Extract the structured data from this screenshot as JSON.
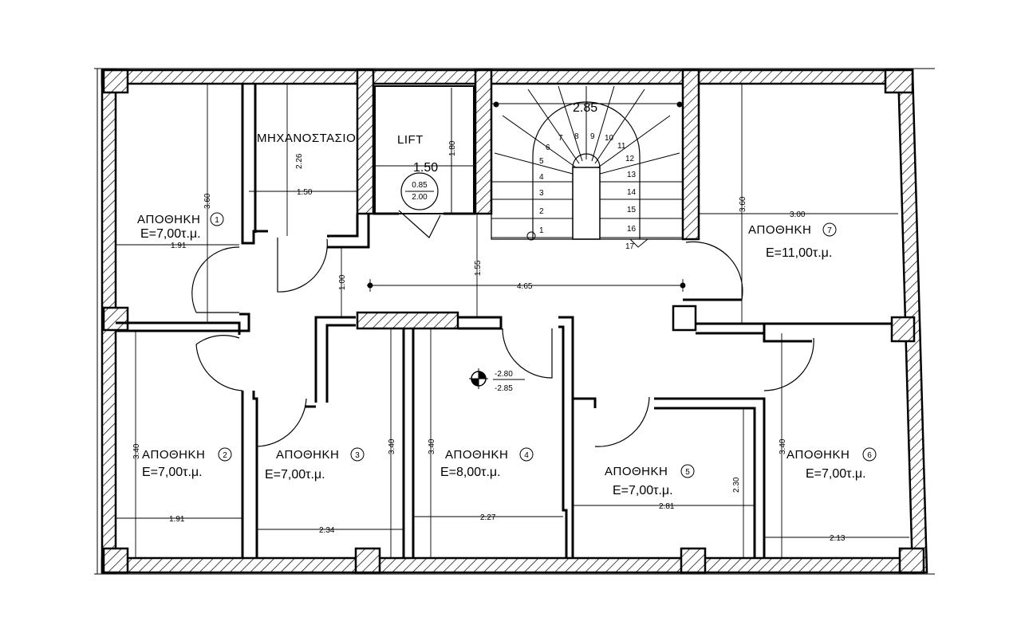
{
  "rooms": [
    {
      "id": "1",
      "name": "ΑΠΟΘΗΚΗ",
      "num": "1",
      "area": "E=7,00τ.μ."
    },
    {
      "id": "2",
      "name": "ΑΠΟΘΗΚΗ",
      "num": "2",
      "area": "E=7,00τ.μ."
    },
    {
      "id": "3",
      "name": "ΑΠΟΘΗΚΗ",
      "num": "3",
      "area": "E=7,00τ.μ."
    },
    {
      "id": "4",
      "name": "ΑΠΟΘΗΚΗ",
      "num": "4",
      "area": "E=8,00τ.μ."
    },
    {
      "id": "5",
      "name": "ΑΠΟΘΗΚΗ",
      "num": "5",
      "area": "E=7,00τ.μ."
    },
    {
      "id": "6",
      "name": "ΑΠΟΘΗΚΗ",
      "num": "6",
      "area": "E=7,00τ.μ."
    },
    {
      "id": "7",
      "name": "ΑΠΟΘΗΚΗ",
      "num": "7",
      "area": "E=11,00τ.μ."
    }
  ],
  "machine_room": "ΜΗΧΑΝΟΣΤΑΣΙΟ",
  "lift": {
    "label": "LIFT",
    "door_top": "0.85",
    "door_bottom": "2.00"
  },
  "level_marker": {
    "top": "-2.80",
    "bottom": "-2.85"
  },
  "dimensions": {
    "d_3_60_left": "3.60",
    "d_1_91_top": "1.91",
    "d_2_26": "2.26",
    "d_1_50_machine": "1.50",
    "d_1_50_lift": "1.50",
    "d_1_80": "1.80",
    "d_2_85": "2.85",
    "d_3_60_right": "3.60",
    "d_3_00": "3.00",
    "d_1_00": "1.00",
    "d_1_55": "1.55",
    "d_4_65": "4.65",
    "d_3_40_a": "3.40",
    "d_3_40_b": "3.40",
    "d_3_40_c": "3.40",
    "d_3_40_d": "3.40",
    "d_1_91_bottom": "1.91",
    "d_2_34": "2.34",
    "d_2_27": "2.27",
    "d_2_81": "2.81",
    "d_2_30": "2.30",
    "d_2_13": "2.13"
  },
  "stair_steps": [
    "1",
    "2",
    "3",
    "4",
    "5",
    "6",
    "7",
    "8",
    "9",
    "10",
    "11",
    "12",
    "13",
    "14",
    "15",
    "16",
    "17"
  ]
}
